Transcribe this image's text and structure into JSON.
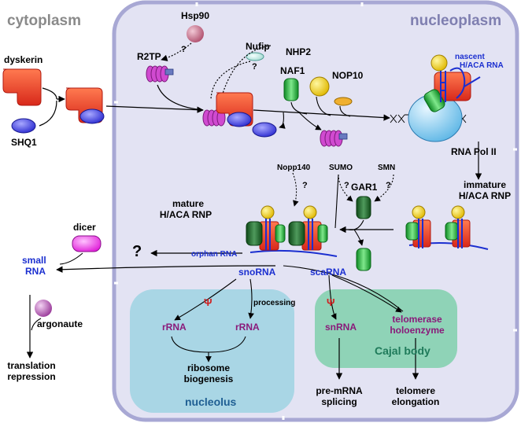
{
  "regions": {
    "cytoplasm": "cytoplasm",
    "nucleoplasm": "nucleoplasm",
    "nucleolus": "nucleolus",
    "cajal_body": "Cajal body"
  },
  "proteins": {
    "hsp90": "Hsp90",
    "nufip": "Nufip",
    "nhp2": "NHP2",
    "r2tp": "R2TP",
    "naf1": "NAF1",
    "nop10": "NOP10",
    "dyskerin": "dyskerin",
    "shq1": "SHQ1",
    "rna_pol": "RNA Pol II",
    "nopp140": "Nopp140",
    "sumo": "SUMO",
    "smn": "SMN",
    "gar1": "GAR1",
    "dicer": "dicer",
    "argonaute": "argonaute"
  },
  "rna_labels": {
    "nascent_line1": "nascent",
    "nascent_line2": "H/ACA RNA",
    "immature_line1": "immature",
    "immature_line2": "H/ACA RNP",
    "mature_line1": "mature",
    "mature_line2": "H/ACA RNP",
    "orphan": "orphan RNA",
    "snorna": "snoRNA",
    "scarna": "scaRNA",
    "small_line1": "small",
    "small_line2": "RNA",
    "rrna_left": "rRNA",
    "rrna_right": "rRNA",
    "snrna": "snRNA",
    "telomerase_line1": "telomerase",
    "telomerase_line2": "holoenzyme"
  },
  "outcomes": {
    "translation_line1": "translation",
    "translation_line2": "repression",
    "ribosome_line1": "ribosome",
    "ribosome_line2": "biogenesis",
    "premrna_line1": "pre-mRNA",
    "premrna_line2": "splicing",
    "telomere_line1": "telomere",
    "telomere_line2": "elongation",
    "processing": "processing"
  },
  "symbols": {
    "question": "?",
    "psi": "Ψ"
  },
  "colors": {
    "nucleoplasm_fill": "#e3e3f3",
    "nucleoplasm_border": "#a8a8d4",
    "nucleolus_fill": "#a9d6e5",
    "cajal_fill": "#8fd3b7",
    "dyskerin": "#e8402a",
    "shq1": "#3a3ad8",
    "green_protein": "#2ecc40",
    "nop10_yellow": "#f6d800",
    "r2tp": "#d04ad0",
    "rna_blue": "#1b2fd0",
    "psi_red": "#d02020",
    "rna_purple": "#8a1a7a"
  }
}
